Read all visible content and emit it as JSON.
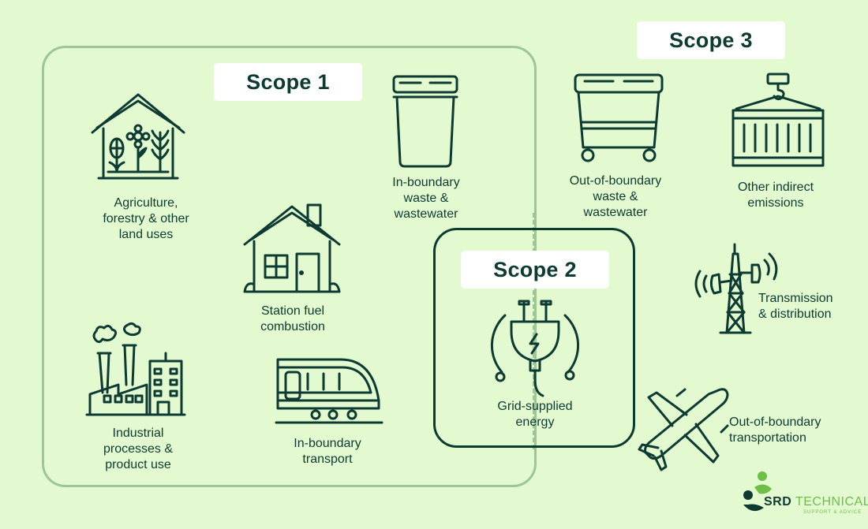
{
  "colors": {
    "background": "#e3f9cf",
    "ink": "#0d3b33",
    "scope1_frame": "#9cc696",
    "badge": "#ffffff",
    "brand_green": "#6cc04a"
  },
  "scopes": {
    "scope1": "Scope 1",
    "scope2": "Scope 2",
    "scope3": "Scope 3"
  },
  "items": {
    "agriculture": "Agriculture,\nforestry & other\nland uses",
    "in_boundary_waste": "In-boundary\nwaste &\nwastewater",
    "station_fuel": "Station fuel\ncombustion",
    "industrial": "Industrial\nprocesses &\nproduct use",
    "in_boundary_transport": "In-boundary\ntransport",
    "grid_energy": "Grid-supplied\nenergy",
    "out_boundary_waste": "Out-of-boundary\nwaste &\nwastewater",
    "other_indirect": "Other indirect\nemissions",
    "transmission": "Transmission\n& distribution",
    "out_boundary_transport": "Out-of-boundary\ntransportation"
  },
  "icons": {
    "agriculture": "greenhouse-icon",
    "in_boundary_waste": "waste-bin-icon",
    "station_fuel": "house-icon",
    "industrial": "factory-icon",
    "in_boundary_transport": "train-icon",
    "grid_energy": "plug-icon",
    "out_boundary_waste": "dumpster-icon",
    "other_indirect": "shipping-container-icon",
    "transmission": "transmission-tower-icon",
    "out_boundary_transport": "airplane-icon"
  },
  "logo": {
    "name_part1": "SRD",
    "name_part2": "TECHNICAL",
    "tagline": "SUPPORT & ADVICE"
  }
}
